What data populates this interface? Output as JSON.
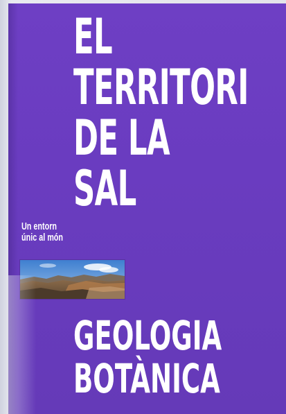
{
  "cover": {
    "title_lines": [
      "EL",
      "TERRITORI",
      "DE LA",
      "SAL"
    ],
    "tagline_lines": [
      "Un entorn",
      "únic al món"
    ],
    "subject_lines": [
      "GEOLOGIA",
      "BOTÀNICA"
    ],
    "colors": {
      "background": "#6a3cc0",
      "text": "#ffffff"
    }
  }
}
